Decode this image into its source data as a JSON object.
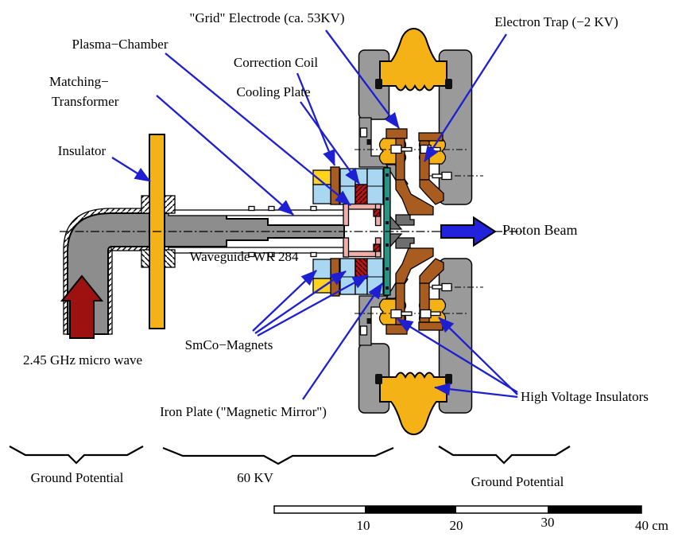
{
  "diagram": {
    "labels": {
      "grid_electrode": "\"Grid\" Electrode (ca. 53KV)",
      "electron_trap": "Electron Trap (−2 KV)",
      "plasma_chamber": "Plasma−Chamber",
      "correction_coil": "Correction Coil",
      "cooling_plate": "Cooling Plate",
      "matching_transformer_1": "Matching−",
      "matching_transformer_2": "Transformer",
      "insulator": "Insulator",
      "waveguide": "Waveguide WR 284",
      "smco_magnets": "SmCo−Magnets",
      "iron_plate": "Iron Plate (\"Magnetic Mirror\")",
      "microwave": "2.45 GHz micro wave",
      "proton_beam": "Proton Beam",
      "high_voltage_insulators": "High Voltage Insulators",
      "ground_potential_left": "Ground Potential",
      "kv_60": "60 KV",
      "ground_potential_right": "Ground Potential"
    },
    "scale_bar": {
      "tick_10": "10",
      "tick_20": "20",
      "tick_30": "30",
      "tick_40": "40 cm"
    },
    "palette": {
      "blue": "#1f1fd2",
      "dkred": "#9e1111",
      "gray": "#9a9a9a",
      "gray2": "#8d8d8d",
      "yellow": "#f5b216",
      "yellow2": "#ffd21e",
      "brown": "#a85c20",
      "lblue": "#a9d7f2",
      "teal": "#2a9384",
      "pink": "#f2aea8",
      "hatchred": "#b21818"
    }
  }
}
